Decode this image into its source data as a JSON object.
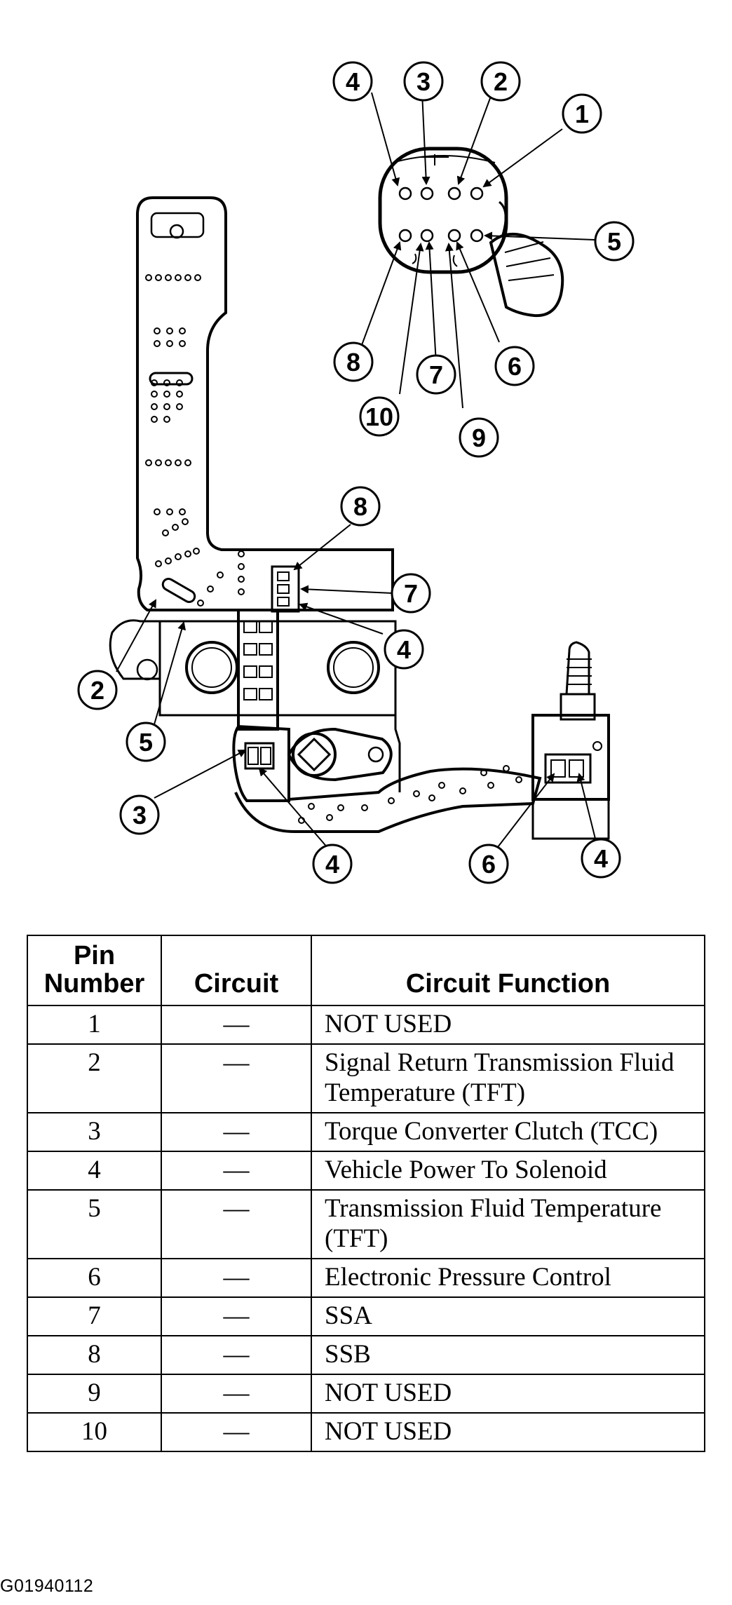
{
  "diagram": {
    "connector_callouts": [
      "4",
      "3",
      "2",
      "1",
      "5",
      "8",
      "7",
      "6",
      "10",
      "9"
    ],
    "harness_callouts": [
      "8",
      "7",
      "4",
      "2",
      "5",
      "3",
      "4",
      "6",
      "4"
    ]
  },
  "table": {
    "headers": {
      "pin": "Pin Number",
      "circuit": "Circuit",
      "function": "Circuit Function"
    },
    "rows": [
      {
        "pin": "1",
        "circuit": "—",
        "function": "NOT USED"
      },
      {
        "pin": "2",
        "circuit": "—",
        "function": "Signal Return Transmission Fluid Temperature (TFT)"
      },
      {
        "pin": "3",
        "circuit": "—",
        "function": "Torque Converter Clutch (TCC)"
      },
      {
        "pin": "4",
        "circuit": "—",
        "function": "Vehicle Power To Solenoid"
      },
      {
        "pin": "5",
        "circuit": "—",
        "function": "Transmission Fluid Temperature (TFT)"
      },
      {
        "pin": "6",
        "circuit": "—",
        "function": "Electronic Pressure Control"
      },
      {
        "pin": "7",
        "circuit": "—",
        "function": "SSA"
      },
      {
        "pin": "8",
        "circuit": "—",
        "function": "SSB"
      },
      {
        "pin": "9",
        "circuit": "—",
        "function": "NOT USED"
      },
      {
        "pin": "10",
        "circuit": "—",
        "function": "NOT USED"
      }
    ]
  },
  "figure_code": "G01940112"
}
